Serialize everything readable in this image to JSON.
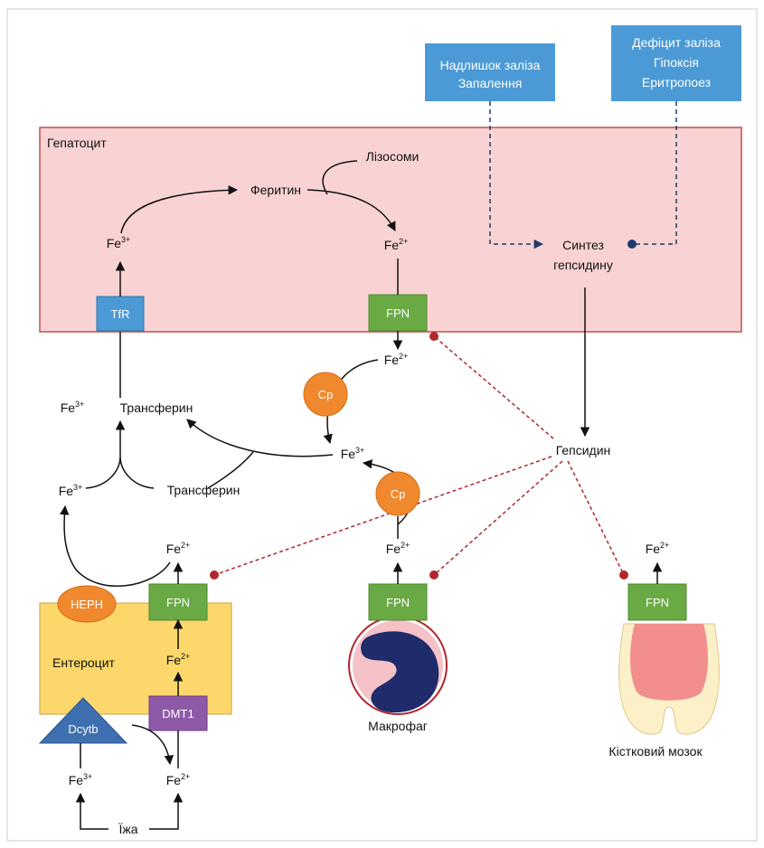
{
  "regions": {
    "hepatocyte": "Гепатоцит",
    "enterocyte": "Ентероцит",
    "macrophage": "Макрофаг",
    "bone_marrow": "Кістковий мозок"
  },
  "signals": {
    "excess": [
      "Надлишок заліза",
      "Запалення"
    ],
    "deficit": [
      "Дефіцит заліза",
      "Гіпоксія",
      "Еритропоез"
    ]
  },
  "hepatocyte": {
    "ferritin": "Феритин",
    "lysosomes": "Лізосоми",
    "synthesis": [
      "Синтез",
      "гепсидину"
    ]
  },
  "molecules": {
    "transferrin": "Трансферин",
    "hepcidin": "Гепсидин",
    "food": "Їжа"
  },
  "iron": {
    "base": "Fe",
    "ferric": "3+",
    "ferrous": "2+"
  },
  "proteins": {
    "tfr": "TfR",
    "fpn": "FPN",
    "cp": "Cp",
    "heph": "HEPH",
    "dmt1": "DMT1",
    "dcytb": "Dcytb"
  },
  "colors": {
    "hepatocyte_fill": "#f9d3d4",
    "hepatocyte_border": "#c0504d",
    "enterocyte_fill": "#fcd76b",
    "blue_box": "#4b9ad6",
    "green_box": "#6aaa45",
    "orange": "#f0882e",
    "purple": "#8e5aa8",
    "dcytb": "#3e6fb0",
    "hepcidin_line": "#b3262e",
    "nucleus": "#1f2b6b"
  }
}
